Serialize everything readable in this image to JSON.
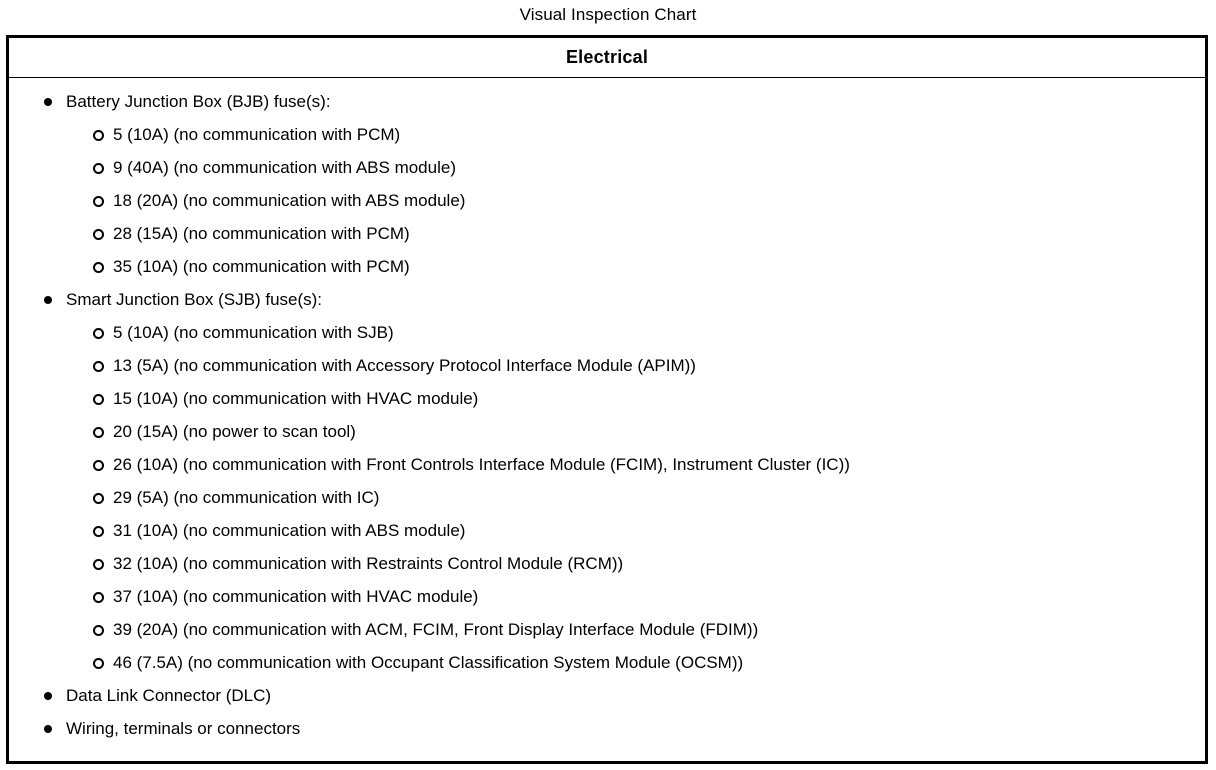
{
  "title": "Visual Inspection Chart",
  "table": {
    "header": "Electrical",
    "items": [
      {
        "label": "Battery Junction Box (BJB) fuse(s):",
        "children": [
          "5 (10A) (no communication with PCM)",
          "9 (40A) (no communication with ABS module)",
          "18 (20A) (no communication with ABS module)",
          "28 (15A) (no communication with PCM)",
          "35 (10A) (no communication with PCM)"
        ]
      },
      {
        "label": "Smart Junction Box (SJB) fuse(s):",
        "children": [
          "5 (10A) (no communication with SJB)",
          "13 (5A) (no communication with Accessory Protocol Interface Module (APIM))",
          "15 (10A) (no communication with HVAC module)",
          "20 (15A) (no power to scan tool)",
          "26 (10A) (no communication with Front Controls Interface Module (FCIM), Instrument Cluster (IC))",
          "29 (5A) (no communication with IC)",
          "31 (10A) (no communication with ABS module)",
          "32 (10A) (no communication with Restraints Control Module (RCM))",
          "37 (10A) (no communication with HVAC module)",
          "39 (20A) (no communication with ACM, FCIM, Front Display Interface Module (FDIM))",
          "46 (7.5A) (no communication with Occupant Classification System Module (OCSM))"
        ]
      },
      {
        "label": "Data Link Connector (DLC)",
        "children": []
      },
      {
        "label": "Wiring, terminals or connectors",
        "children": []
      }
    ]
  },
  "colors": {
    "text": "#000000",
    "background": "#ffffff",
    "border": "#000000"
  }
}
